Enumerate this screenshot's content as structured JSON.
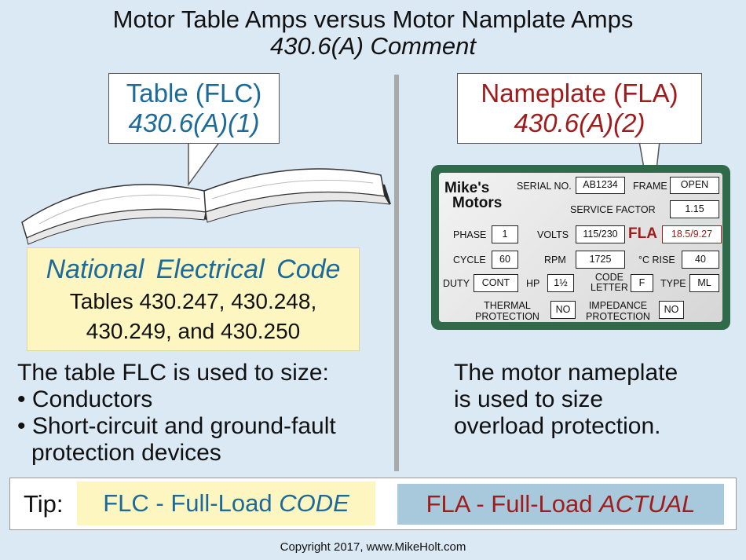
{
  "title": {
    "line1": "Motor Table Amps versus Motor Namplate Amps",
    "line2": "430.6(A) Comment"
  },
  "left_callout": {
    "title": "Table (FLC)",
    "ref": "430.6(A)(1)"
  },
  "right_callout": {
    "title": "Nameplate (FLA)",
    "ref": "430.6(A)(2)"
  },
  "nec_box": {
    "heading": "National  Electrical  Code",
    "line1": "Tables 430.247, 430.248,",
    "line2": "430.249, and 430.250"
  },
  "left_text": {
    "intro": "The table FLC is used to size:",
    "bullet1": "• Conductors",
    "bullet2": "• Short-circuit and ground-fault",
    "bullet2b": "protection devices"
  },
  "right_text": {
    "line1": "The motor nameplate",
    "line2": "is used to size",
    "line3": "overload protection."
  },
  "nameplate": {
    "brand1": "Mike's",
    "brand2": "Motors",
    "serial_label": "SERIAL  NO.",
    "serial": "AB1234",
    "frame_label": "FRAME",
    "frame": "OPEN",
    "sf_label": "SERVICE  FACTOR",
    "sf": "1.15",
    "phase_label": "PHASE",
    "phase": "1",
    "volts_label": "VOLTS",
    "volts": "115/230",
    "fla_label": "FLA",
    "fla": "18.5/9.27",
    "cycle_label": "CYCLE",
    "cycle": "60",
    "rpm_label": "RPM",
    "rpm": "1725",
    "rise_label": "°C  RISE",
    "rise": "40",
    "duty_label": "DUTY",
    "duty": "CONT",
    "hp_label": "HP",
    "hp": "1½",
    "code_label1": "CODE",
    "code_label2": "LETTER",
    "code": "F",
    "type_label": "TYPE",
    "type": "ML",
    "thermal_label1": "THERMAL",
    "thermal_label2": "PROTECTION",
    "thermal": "NO",
    "imp_label1": "IMPEDANCE",
    "imp_label2": "PROTECTION",
    "imp": "NO"
  },
  "tip": {
    "label": "Tip:",
    "flc_prefix": "FLC - Full-Load ",
    "flc_em": "CODE",
    "fla_prefix": "FLA - Full-Load ",
    "fla_em": "ACTUAL"
  },
  "copyright": "Copyright 2017, www.MikeHolt.com",
  "colors": {
    "background": "#dbe9f4",
    "blue_text": "#1c6a9a",
    "red_text": "#a01c1c",
    "nec_bg": "#fdf6c0",
    "nameplate_frame": "#2f6b4a"
  }
}
